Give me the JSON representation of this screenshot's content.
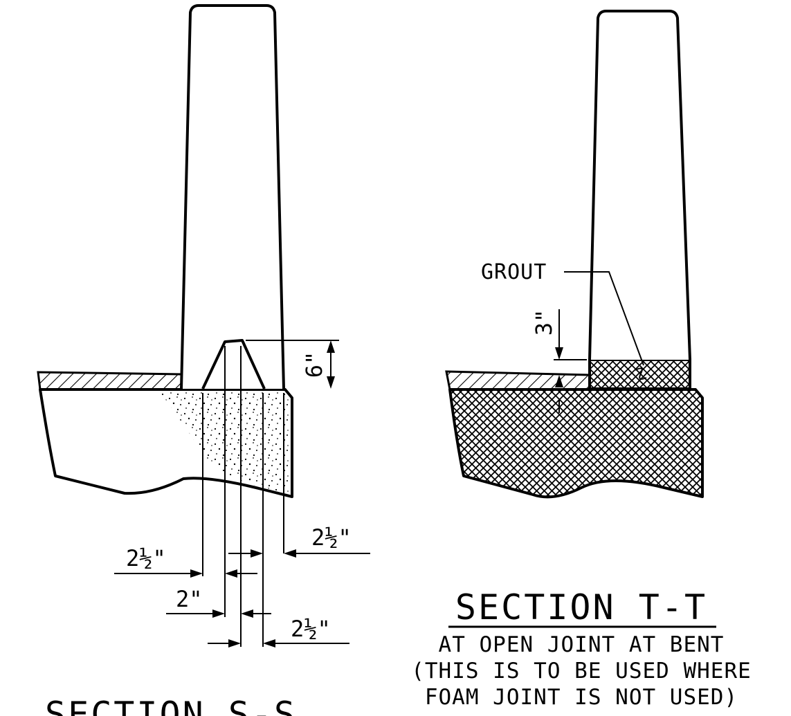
{
  "section_s": {
    "title": "SECTION S-S",
    "dim_height": "6\"",
    "dim_left_outer": "2½\"",
    "dim_left_inner": "2\"",
    "dim_right_top": "2½\"",
    "dim_right_bottom": "2½\""
  },
  "section_t": {
    "title": "SECTION T-T",
    "subtitle_lines": [
      "AT OPEN JOINT AT BENT",
      "(THIS IS TO BE USED WHERE",
      "FOAM JOINT IS NOT USED)"
    ],
    "grout_label": "GROUT",
    "dim_grout": "3\""
  }
}
